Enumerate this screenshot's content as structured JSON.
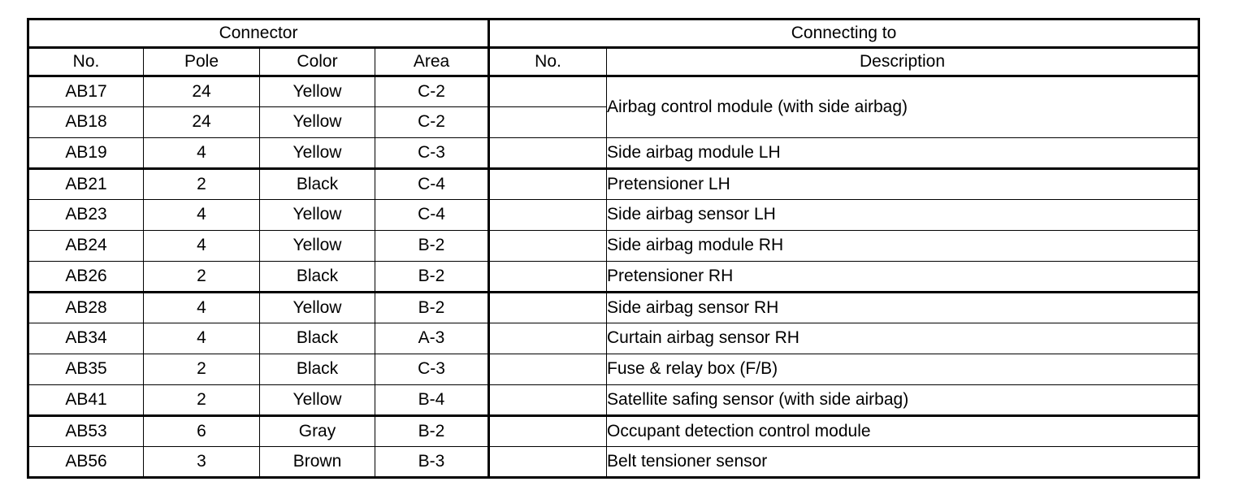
{
  "table": {
    "group_headers": [
      {
        "label": "Connector",
        "span": 4
      },
      {
        "label": "Connecting to",
        "span": 2
      }
    ],
    "columns": [
      {
        "key": "no",
        "label": "No."
      },
      {
        "key": "pole",
        "label": "Pole"
      },
      {
        "key": "color",
        "label": "Color"
      },
      {
        "key": "area",
        "label": "Area"
      },
      {
        "key": "rno",
        "label": "No."
      },
      {
        "key": "desc",
        "label": "Description"
      }
    ],
    "rows": [
      {
        "no": "AB17",
        "pole": "24",
        "color": "Yellow",
        "area": "C-2",
        "rno": "",
        "desc": "Airbag control module (with side airbag)",
        "desc_rowspan": 2,
        "thick_below": false
      },
      {
        "no": "AB18",
        "pole": "24",
        "color": "Yellow",
        "area": "C-2",
        "rno": "",
        "desc": "",
        "desc_rowspan": 0,
        "thick_below": false
      },
      {
        "no": "AB19",
        "pole": "4",
        "color": "Yellow",
        "area": "C-3",
        "rno": "",
        "desc": "Side airbag module LH",
        "desc_rowspan": 1,
        "thick_below": true
      },
      {
        "no": "AB21",
        "pole": "2",
        "color": "Black",
        "area": "C-4",
        "rno": "",
        "desc": "Pretensioner LH",
        "desc_rowspan": 1,
        "thick_below": false
      },
      {
        "no": "AB23",
        "pole": "4",
        "color": "Yellow",
        "area": "C-4",
        "rno": "",
        "desc": "Side airbag sensor LH",
        "desc_rowspan": 1,
        "thick_below": false
      },
      {
        "no": "AB24",
        "pole": "4",
        "color": "Yellow",
        "area": "B-2",
        "rno": "",
        "desc": "Side airbag module RH",
        "desc_rowspan": 1,
        "thick_below": false
      },
      {
        "no": "AB26",
        "pole": "2",
        "color": "Black",
        "area": "B-2",
        "rno": "",
        "desc": "Pretensioner RH",
        "desc_rowspan": 1,
        "thick_below": true
      },
      {
        "no": "AB28",
        "pole": "4",
        "color": "Yellow",
        "area": "B-2",
        "rno": "",
        "desc": "Side airbag sensor RH",
        "desc_rowspan": 1,
        "thick_below": false
      },
      {
        "no": "AB34",
        "pole": "4",
        "color": "Black",
        "area": "A-3",
        "rno": "",
        "desc": "Curtain airbag sensor RH",
        "desc_rowspan": 1,
        "thick_below": false
      },
      {
        "no": "AB35",
        "pole": "2",
        "color": "Black",
        "area": "C-3",
        "rno": "",
        "desc": "Fuse & relay box (F/B)",
        "desc_rowspan": 1,
        "thick_below": false
      },
      {
        "no": "AB41",
        "pole": "2",
        "color": "Yellow",
        "area": "B-4",
        "rno": "",
        "desc": "Satellite safing sensor (with side airbag)",
        "desc_rowspan": 1,
        "thick_below": true
      },
      {
        "no": "AB53",
        "pole": "6",
        "color": "Gray",
        "area": "B-2",
        "rno": "",
        "desc": "Occupant detection control module",
        "desc_rowspan": 1,
        "thick_below": false
      },
      {
        "no": "AB56",
        "pole": "3",
        "color": "Brown",
        "area": "B-3",
        "rno": "",
        "desc": "Belt tensioner sensor",
        "desc_rowspan": 1,
        "thick_below": false
      }
    ]
  },
  "style": {
    "text_color": "#000000",
    "background": "#ffffff",
    "border_color": "#000000"
  }
}
